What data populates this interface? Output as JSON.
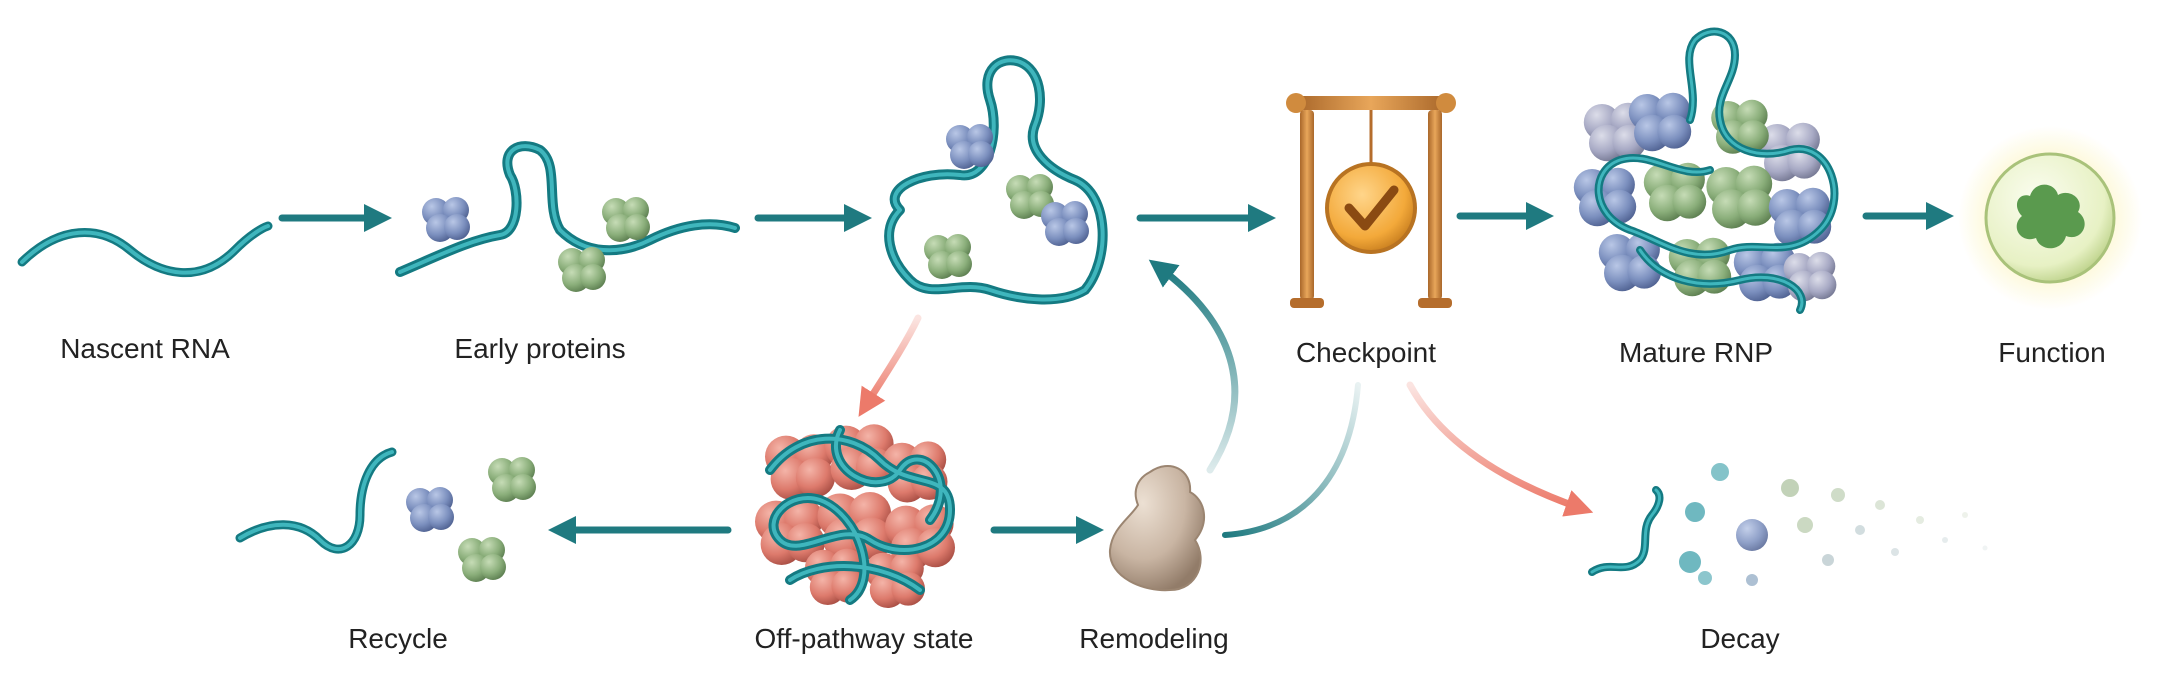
{
  "labels": {
    "nascent_rna": "Nascent RNA",
    "early_proteins": "Early proteins",
    "checkpoint": "Checkpoint",
    "mature_rnp": "Mature RNP",
    "function": "Function",
    "recycle": "Recycle",
    "off_pathway": "Off-pathway state",
    "remodeling": "Remodeling",
    "decay": "Decay"
  },
  "colors": {
    "rna": "#2a9ea6",
    "rna_dark": "#147a82",
    "arrow_main": "#1f7a80",
    "arrow_off": "#ec7a6a",
    "protein_blue": "#7b8fbe",
    "protein_green": "#8aae7a",
    "protein_red": "#dd7a6c",
    "protein_gray": "#a7a9c4",
    "remodeler": "#c9b5a3",
    "checkpoint_frame": "#d08b3e",
    "checkpoint_badge": "#f3a93a",
    "function_outer": "#e7f1c4",
    "function_inner": "#5a9a4e"
  }
}
